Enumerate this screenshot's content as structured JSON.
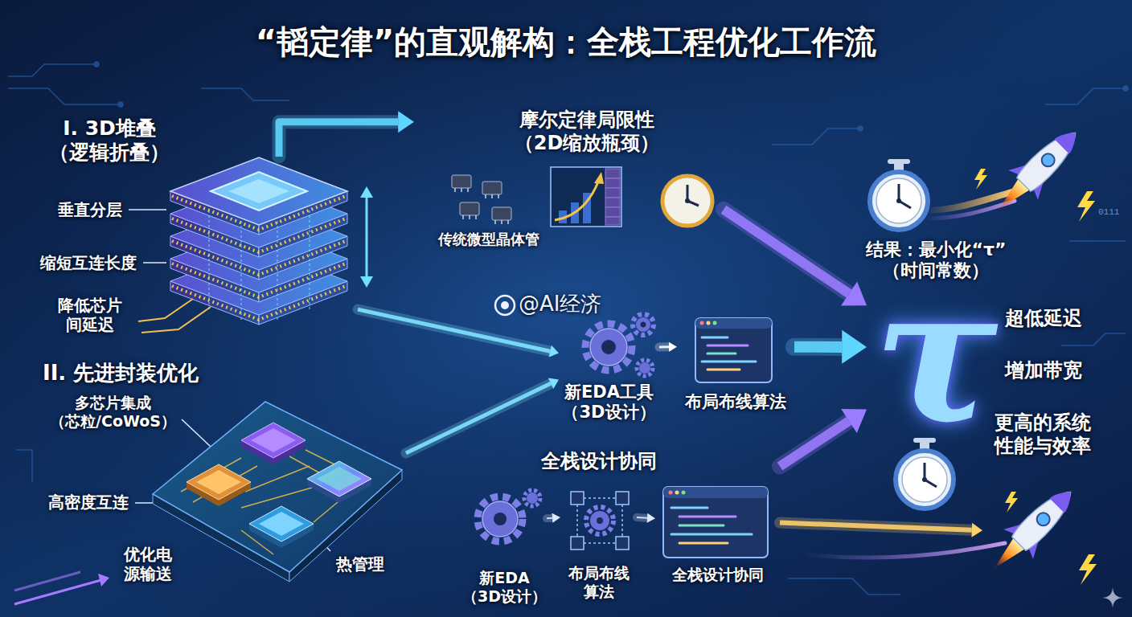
{
  "diagram": {
    "title": "“韬定律”的直观解构：全栈工程优化工作流",
    "nodes": [
      {
        "text": [
          "I. 3D堆叠 （逻辑折叠）"
        ]
      },
      {
        "text": [
          "摩尔定律局限性 （2D缩放瓶颈）",
          "传统微型晶体管"
        ]
      },
      {
        "text": [
          "II. 先进封装优化"
        ]
      },
      {
        "text": [
          "新EDA工具 （3D设计）"
        ]
      },
      {
        "text": [
          "布局布线算法"
        ]
      },
      {
        "text": [
          "全栈设计协同"
        ]
      },
      {
        "text": [
          "新EDA （3D设计）"
        ],
        "in": 5
      },
      {
        "text": [
          "布局布线 算法"
        ],
        "in": 5
      },
      {
        "text": [
          "全栈设计协同"
        ],
        "in": 5
      },
      {
        "text": [
          "结果：最小化“τ” （时间常数）",
          "τ"
        ]
      },
      {
        "text": [
          "更高的系统 性能与效率"
        ]
      }
    ],
    "edges": [
      {
        "from": 0,
        "to": 1,
        "arrow": "to"
      },
      {
        "from": 1,
        "to": 9,
        "arrow": "to"
      },
      {
        "from": 0,
        "to": 3,
        "arrow": "to"
      },
      {
        "from": 2,
        "to": 3,
        "arrow": "to"
      },
      {
        "from": 3,
        "to": 4,
        "arrow": "to"
      },
      {
        "from": 4,
        "to": 9,
        "arrow": "to"
      },
      {
        "from": 5,
        "to": 9,
        "arrow": "to"
      },
      {
        "from": 6,
        "to": 7,
        "arrow": "to"
      },
      {
        "from": 7,
        "to": 8,
        "arrow": "to"
      },
      {
        "from": 8,
        "to": 10,
        "arrow": "to"
      }
    ],
    "labels": [
      "垂直分层",
      "缩短互连长度",
      "降低芯片 间延迟",
      "多芯片集成 （芯粒/CoWoS）",
      "高密度互连",
      "优化电 源输送",
      "热管理",
      "@AI经济",
      "超低延迟",
      "增加带宽",
      "0111"
    ]
  }
}
